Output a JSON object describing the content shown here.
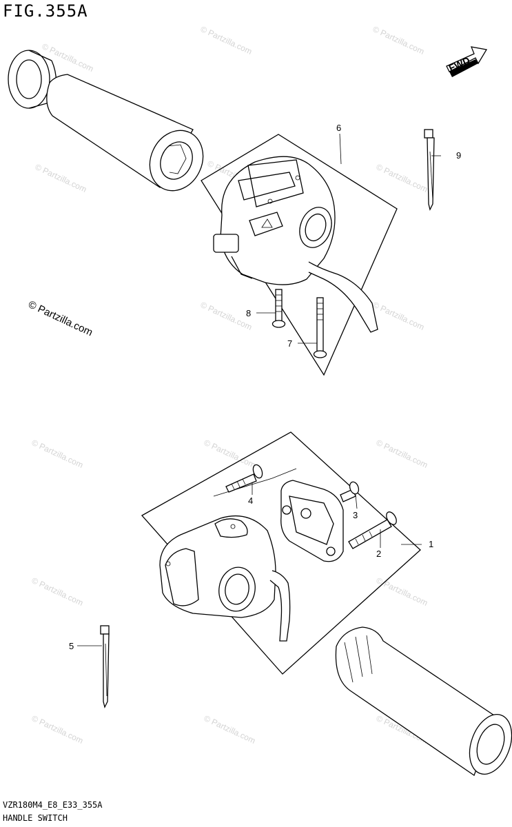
{
  "figure": {
    "title": "FIG.355A",
    "code": "VZR180M4_E8_E33_355A",
    "name": "HANDLE SWITCH",
    "fwd_label": "FWD"
  },
  "watermark": {
    "main": "© Partzilla.com",
    "repeat": "© Partzilla.com"
  },
  "callouts": {
    "p1": "1",
    "p2": "2",
    "p3": "3",
    "p4": "4",
    "p5": "5",
    "p6": "6",
    "p7": "7",
    "p8": "8",
    "p9": "9"
  }
}
